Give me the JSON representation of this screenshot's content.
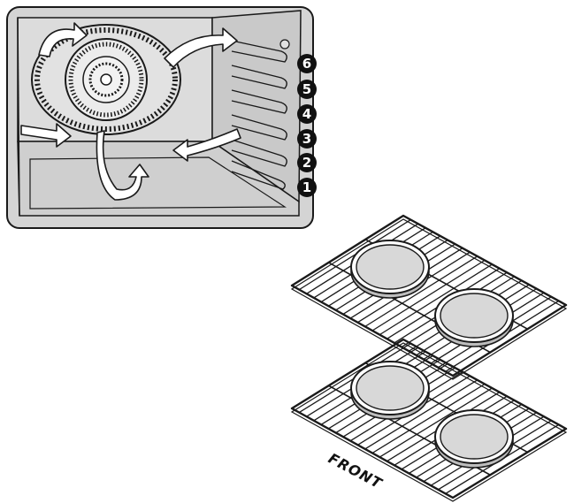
{
  "oven": {
    "rack_positions": [
      "6",
      "5",
      "4",
      "3",
      "2",
      "1"
    ]
  },
  "racks": {
    "front_label": "FRONT"
  },
  "colors": {
    "oven_fill": "#d4d4d4",
    "oven_inner": "#e4e4e4",
    "outline": "#1a1a1a",
    "badge": "#111111",
    "pan_fill": "#d8d8d8",
    "arrow_fill": "#ffffff"
  },
  "icons": {
    "fan": "convection-fan-icon",
    "airflow": "airflow-arrow-icon",
    "pan": "round-cake-pan-icon",
    "rack": "wire-oven-rack-icon"
  }
}
